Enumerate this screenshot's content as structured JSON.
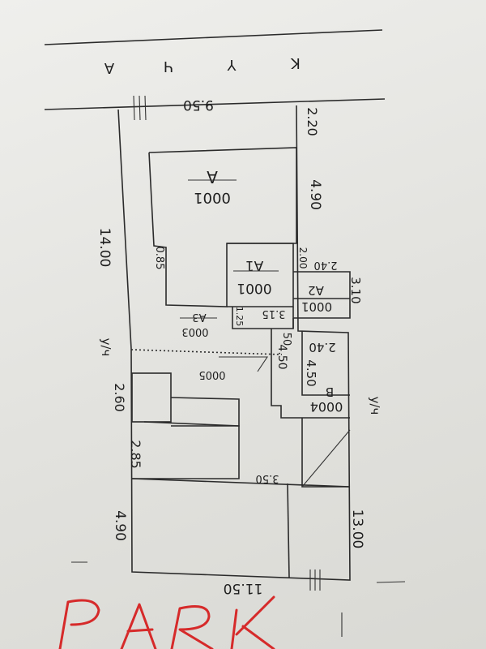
{
  "street_name": [
    "K",
    "Y",
    "Ч",
    "A"
  ],
  "dimensions": {
    "top_width": "9.50",
    "right_top": "2.20",
    "right_house": "4.90",
    "left_long": "14.00",
    "inner_085": "0.85",
    "right_a2_small": "2.00",
    "right_a2_top": "2.40",
    "right_310": "3.10",
    "a3_width": "3.15",
    "a3_small": "1.25",
    "porch_a": "4.50",
    "porch_b_top": "2.40",
    "porch_b_side": "4.50",
    "tiny_50": "50",
    "left_260": "2.60",
    "left_285": "2.85",
    "yard_350": "3.50",
    "left_490": "4.90",
    "right_1300": "13.00",
    "bottom_1150": "11.50"
  },
  "labels": {
    "lit_a": "A",
    "num_a": "0001",
    "lit_a1": "A1",
    "num_a1": "0001",
    "lit_a2": "A2",
    "num_a2": "0001",
    "lit_a3": "A3",
    "num_a3": "0003",
    "num_0005": "0005",
    "lit_b": "B",
    "num_b": "0004",
    "yard_left": "у/ч",
    "yard_right": "у/ч"
  },
  "handwriting": "PARK"
}
